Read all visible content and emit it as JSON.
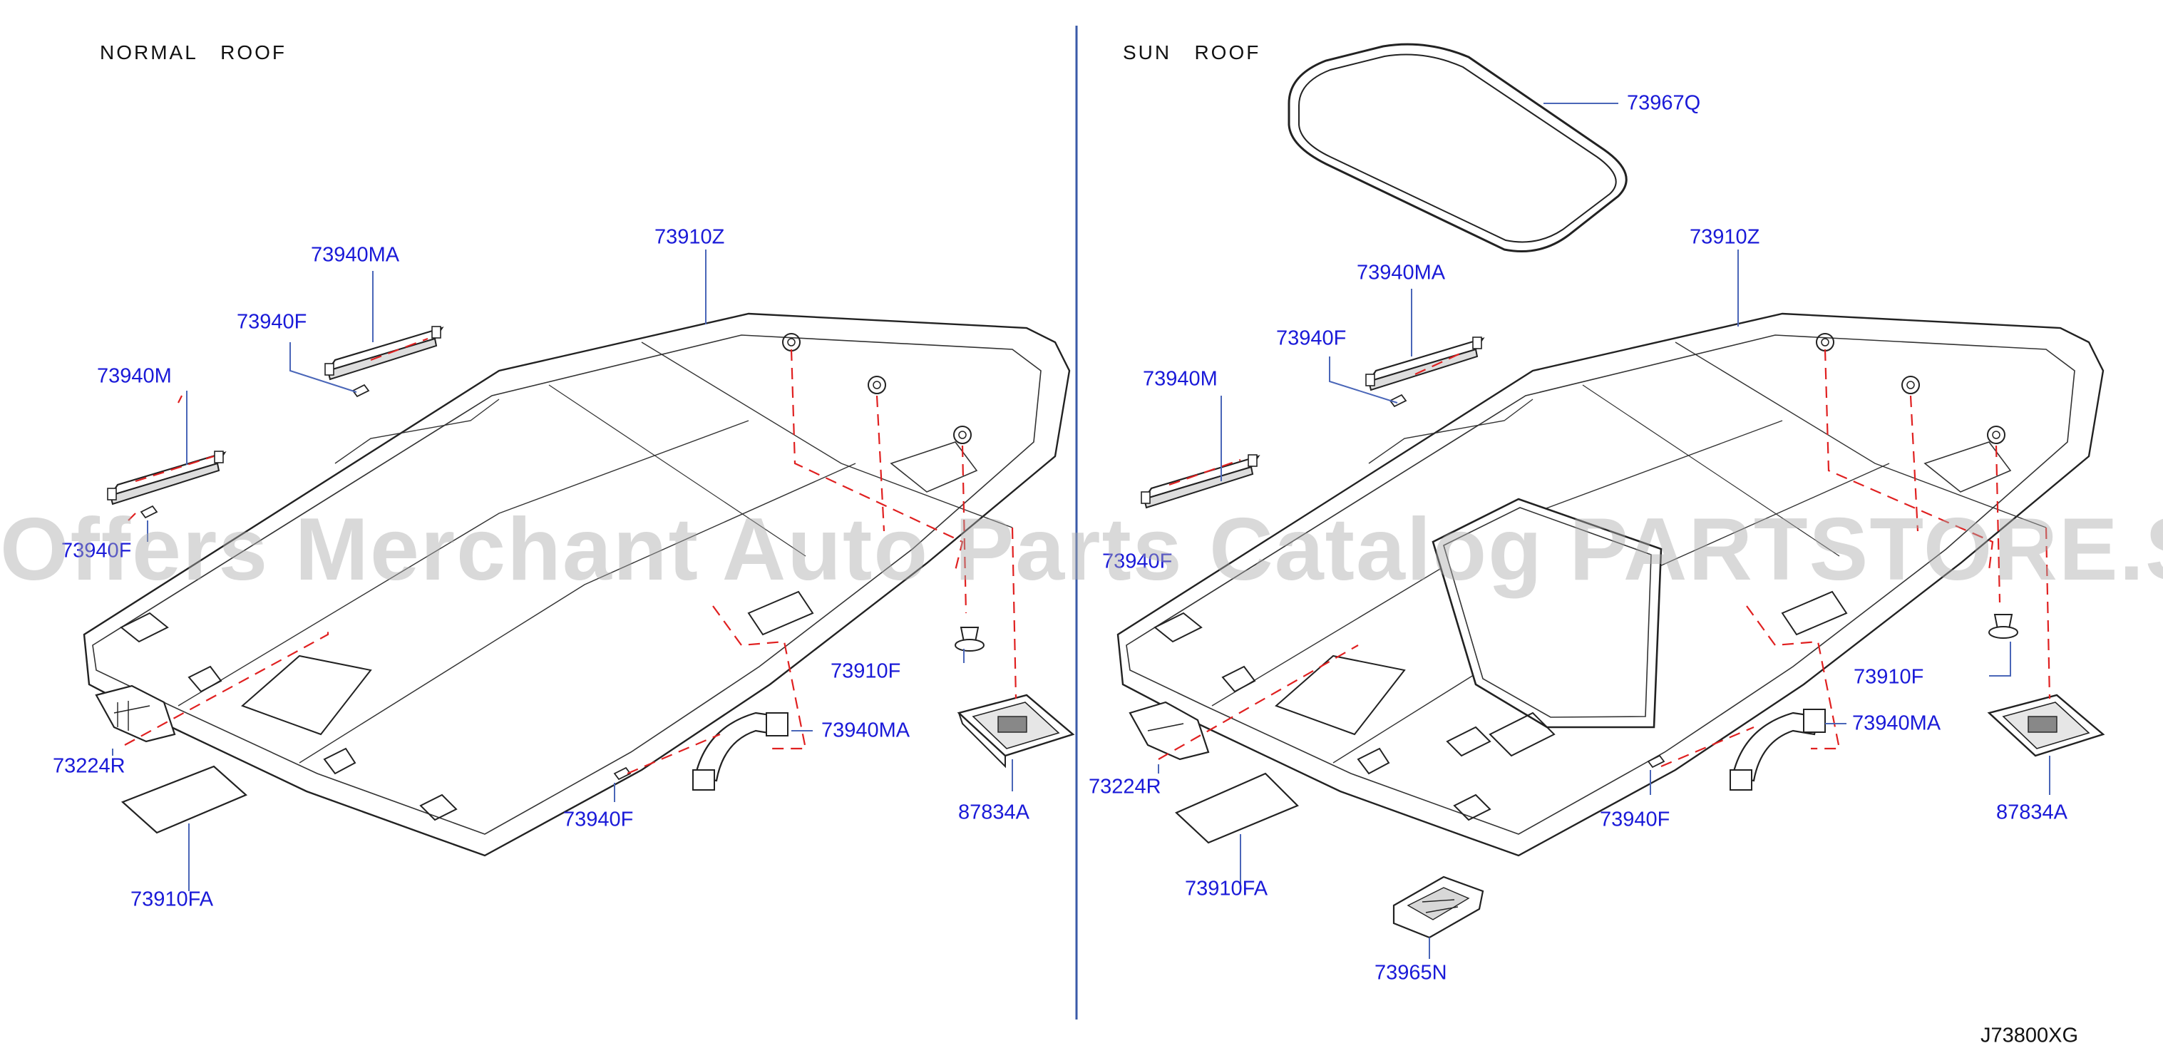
{
  "headers": {
    "left": "NORMAL   ROOF",
    "right": "SUN   ROOF"
  },
  "diagram_code": "J73800XG",
  "watermark": "Offers Merchant Auto Parts Catalog PARTSTORE.SA",
  "parts_left": {
    "p73940MA_top": "73940MA",
    "p73940F_top": "73940F",
    "p73940M": "73940M",
    "p73940F_mid": "73940F",
    "p73910Z": "73910Z",
    "p73224R": "73224R",
    "p73910FA": "73910FA",
    "p73940F_bot": "73940F",
    "p73940MA_bot": "73940MA",
    "p73910F": "73910F",
    "p87834A": "87834A"
  },
  "parts_right": {
    "p73967Q": "73967Q",
    "p73940MA_top": "73940MA",
    "p73940F_top": "73940F",
    "p73940M": "73940M",
    "p73940F_mid": "73940F",
    "p73910Z": "73910Z",
    "p73224R": "73224R",
    "p73910FA": "73910FA",
    "p73965N": "73965N",
    "p73940F_bot": "73940F",
    "p73940MA_bot": "73940MA",
    "p73910F": "73910F",
    "p87834A": "87834A"
  }
}
